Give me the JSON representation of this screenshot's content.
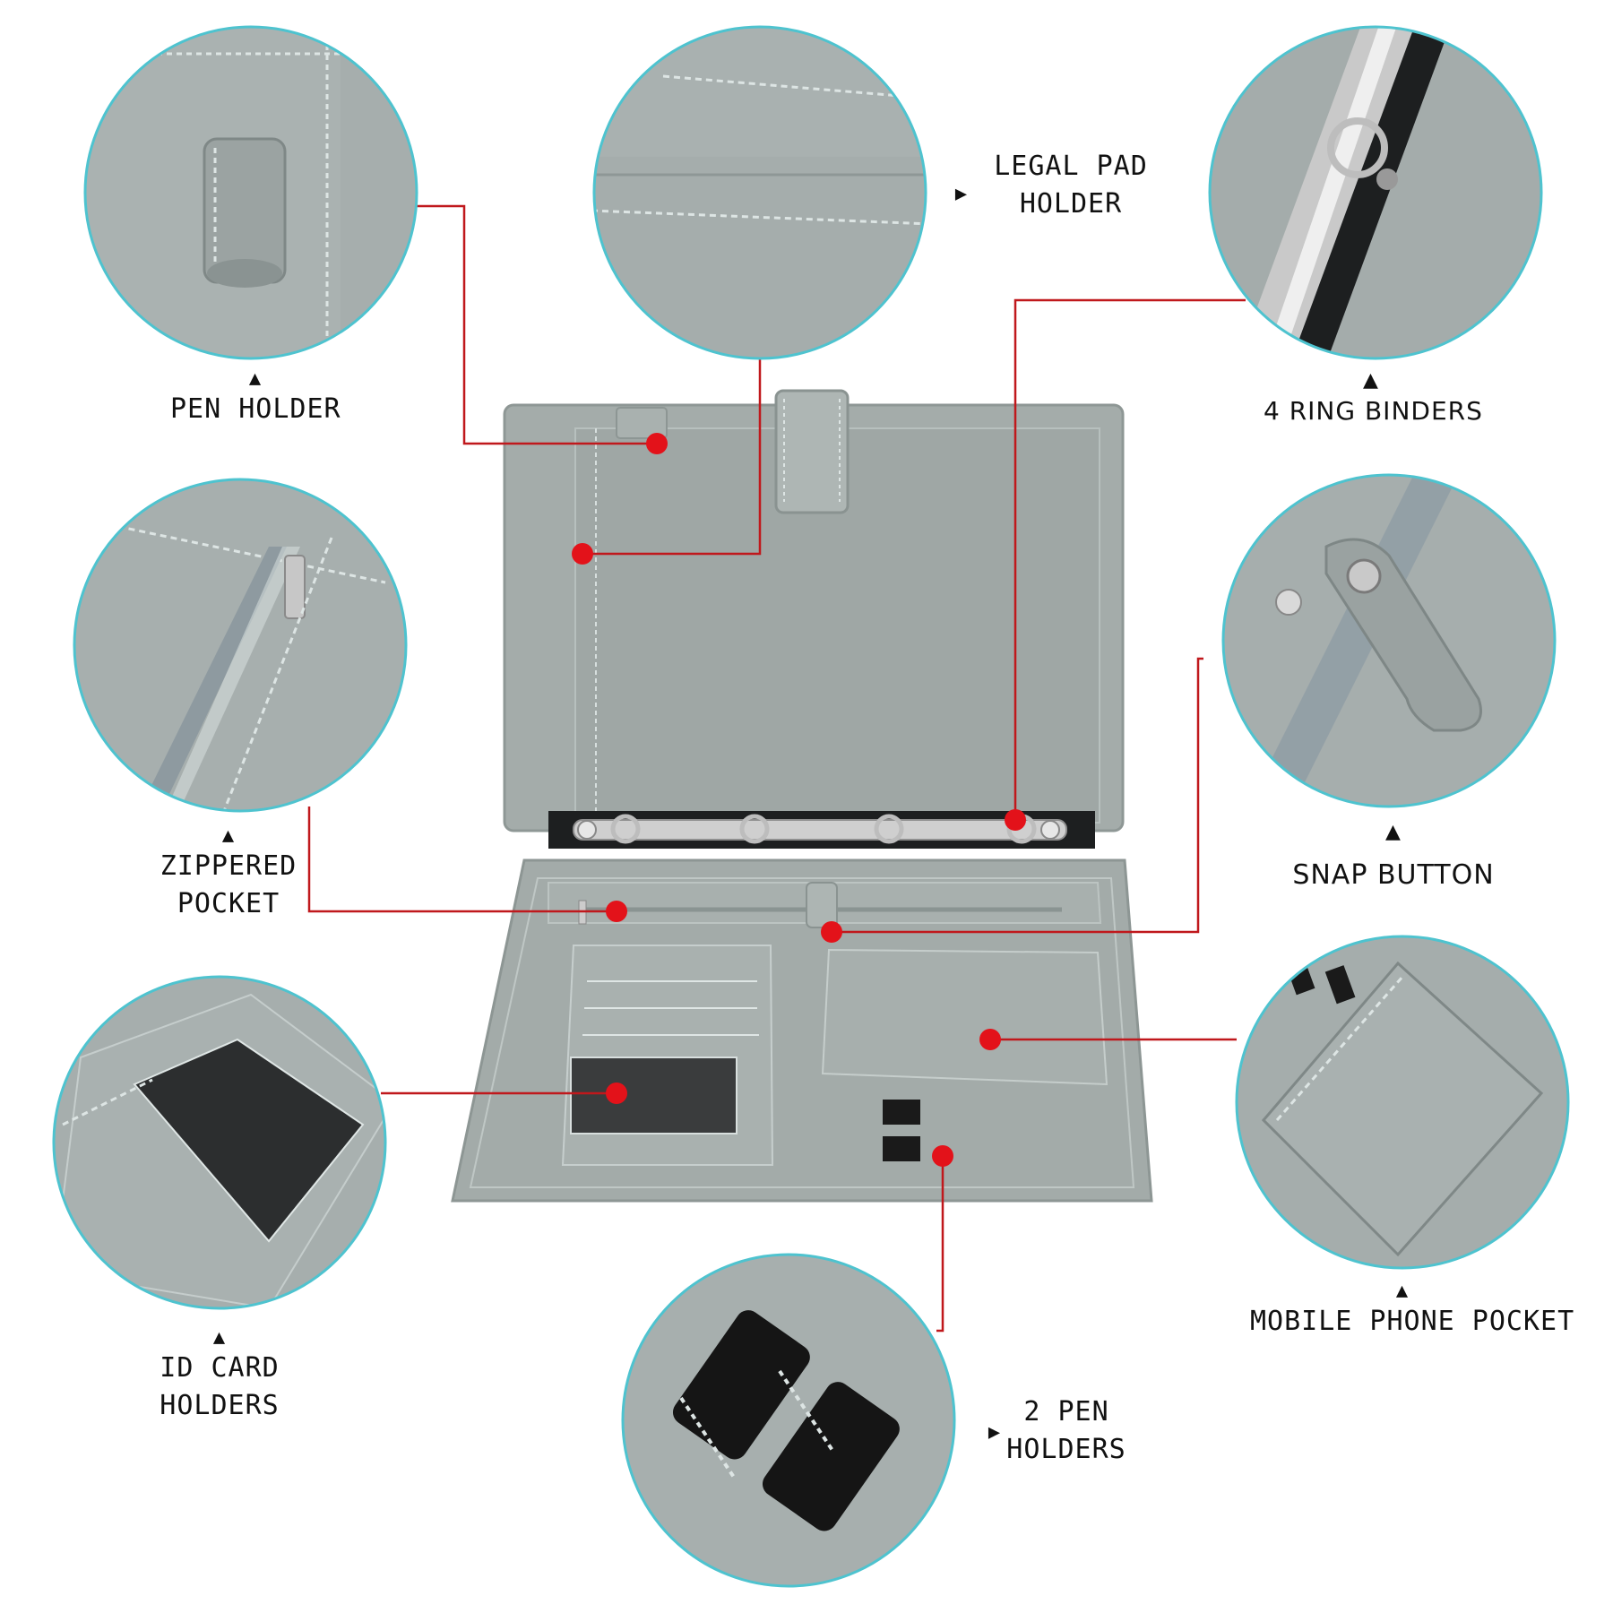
{
  "colors": {
    "leather": "#a2aaa8",
    "leather_dark": "#8c9593",
    "stitch": "#dfe7e6",
    "circle_border": "#4ec3cf",
    "callout_line": "#c0181c",
    "dot": "#e3121a",
    "elastic": "#1a1a1a",
    "metal": "#c8c8c8"
  },
  "labels": {
    "pen_holder": "PEN HOLDER",
    "legal_pad_holder_line1": "LEGAL PAD",
    "legal_pad_holder_line2": "HOLDER",
    "ring_binders": "4 RING BINDERS",
    "zippered_pocket_line1": "ZIPPERED",
    "zippered_pocket_line2": "POCKET",
    "snap_button": "SNAP BUTTON",
    "id_card_holders_line1": "ID CARD",
    "id_card_holders_line2": "HOLDERS",
    "mobile_phone_pocket": "MOBILE PHONE POCKET",
    "two_pen_holders_line1": "2 PEN",
    "two_pen_holders_line2": "HOLDERS"
  },
  "glyphs": {
    "up_arrow": "▲",
    "right_arrow": "▶"
  }
}
